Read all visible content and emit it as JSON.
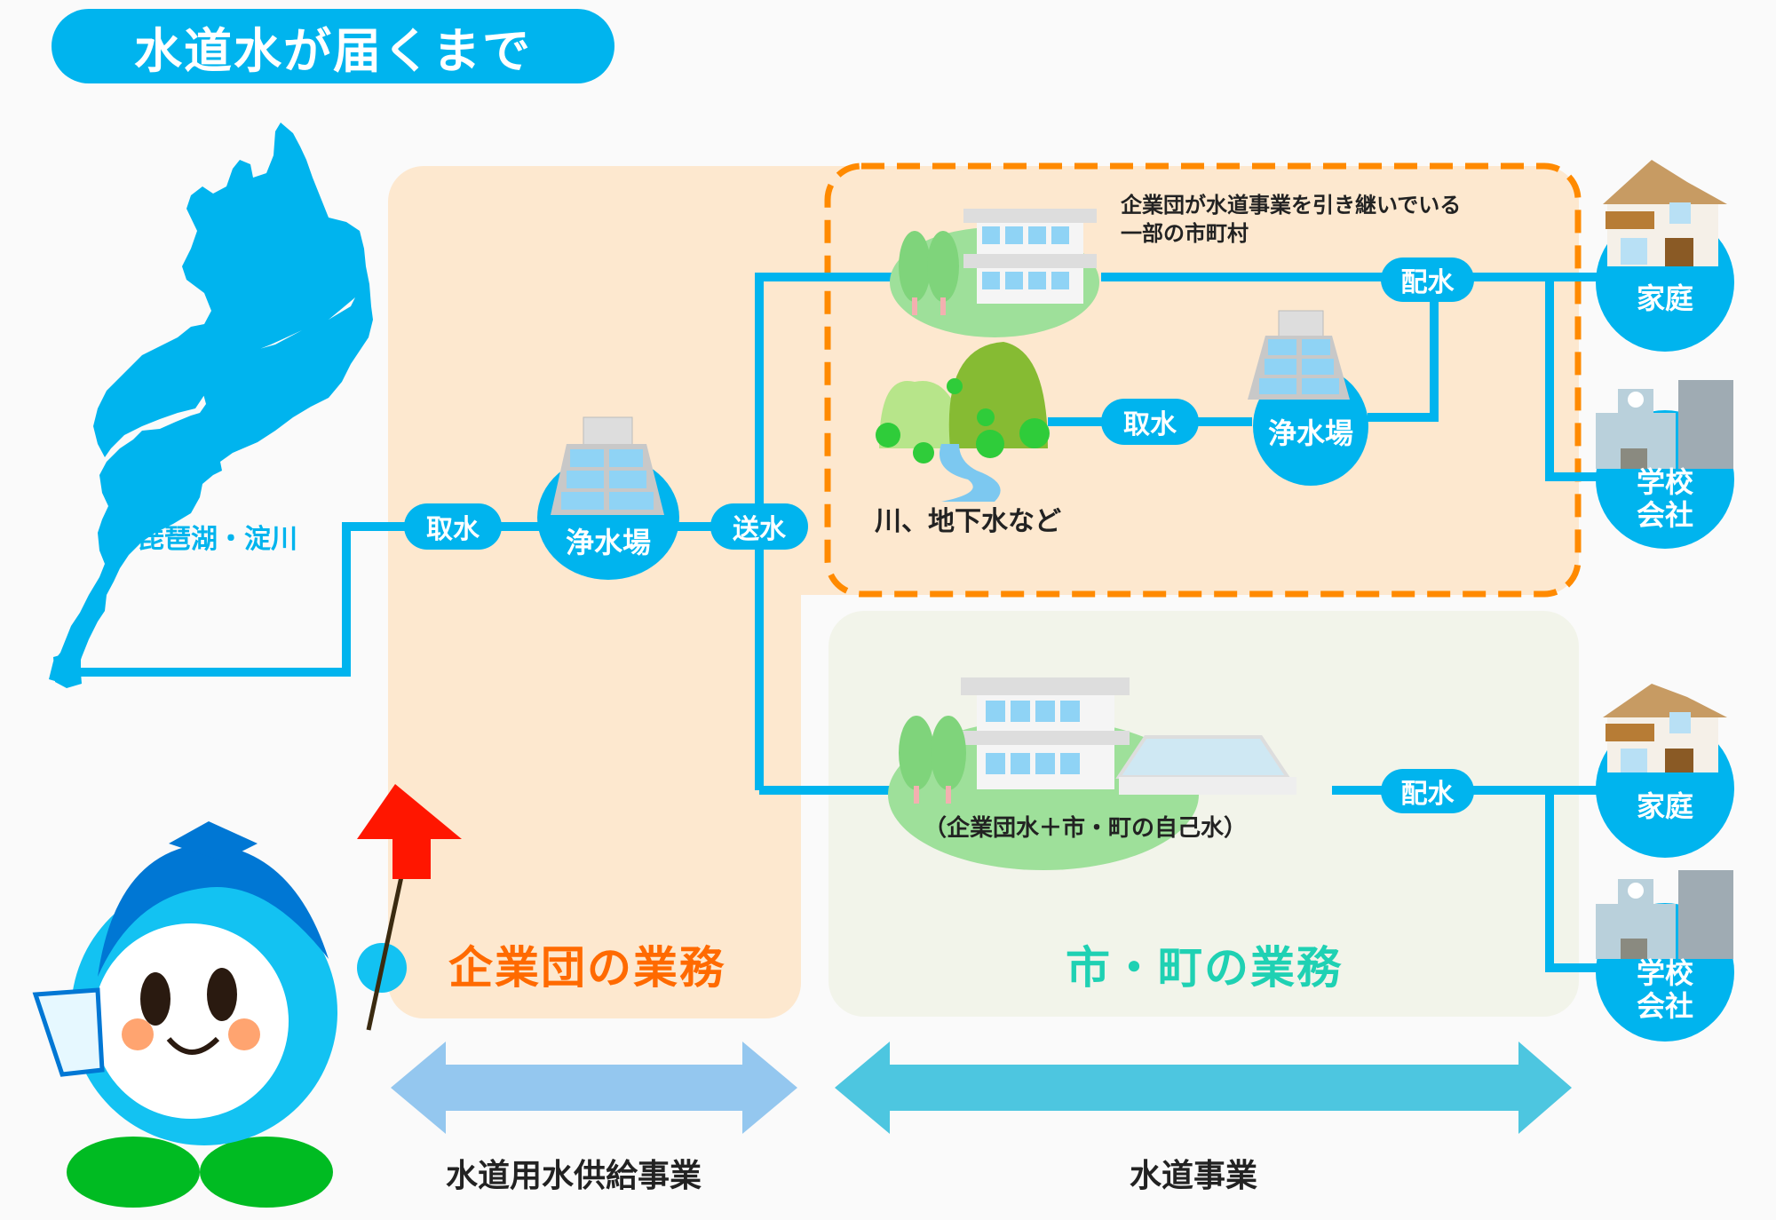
{
  "title": "水道水が届くまで",
  "colors": {
    "water_blue": "#00b4ee",
    "corp_zone_bg": "#fde8cf",
    "city_zone_bg": "#f2f4ea",
    "dashed_border": "#ff8a00",
    "corp_label": "#ff6a00",
    "city_label": "#1fd1b3",
    "arrow_left": "#94c7ef",
    "arrow_right": "#4dc6e0",
    "green_ellipse": "#9ee09a"
  },
  "source": {
    "lake_label": "琵琶湖・淀川"
  },
  "corporate_flow": {
    "intake": "取水",
    "treatment_plant": "浄水場",
    "transmission": "送水"
  },
  "inherited_area": {
    "note_line1": "企業団が水道事業を引き継いでいる",
    "note_line2": "一部の市町村",
    "distribution": "配水",
    "river_label": "川、地下水など",
    "intake": "取水",
    "treatment_plant": "浄水場",
    "consumers": [
      {
        "label": "家庭",
        "icon": "house-icon"
      },
      {
        "label": "学校\n会社",
        "icon": "school-office-icon"
      }
    ]
  },
  "city_area": {
    "plant_label": "（企業団水＋市・町の自己水）",
    "distribution": "配水",
    "consumers": [
      {
        "label": "家庭",
        "icon": "house-icon"
      },
      {
        "label": "学校\n会社",
        "icon": "school-office-icon"
      }
    ]
  },
  "zones": {
    "corporate_label": "企業団の業務",
    "city_label": "市・町の業務"
  },
  "arrows": {
    "left_label": "水道用水供給事業",
    "right_label": "水道事業"
  }
}
